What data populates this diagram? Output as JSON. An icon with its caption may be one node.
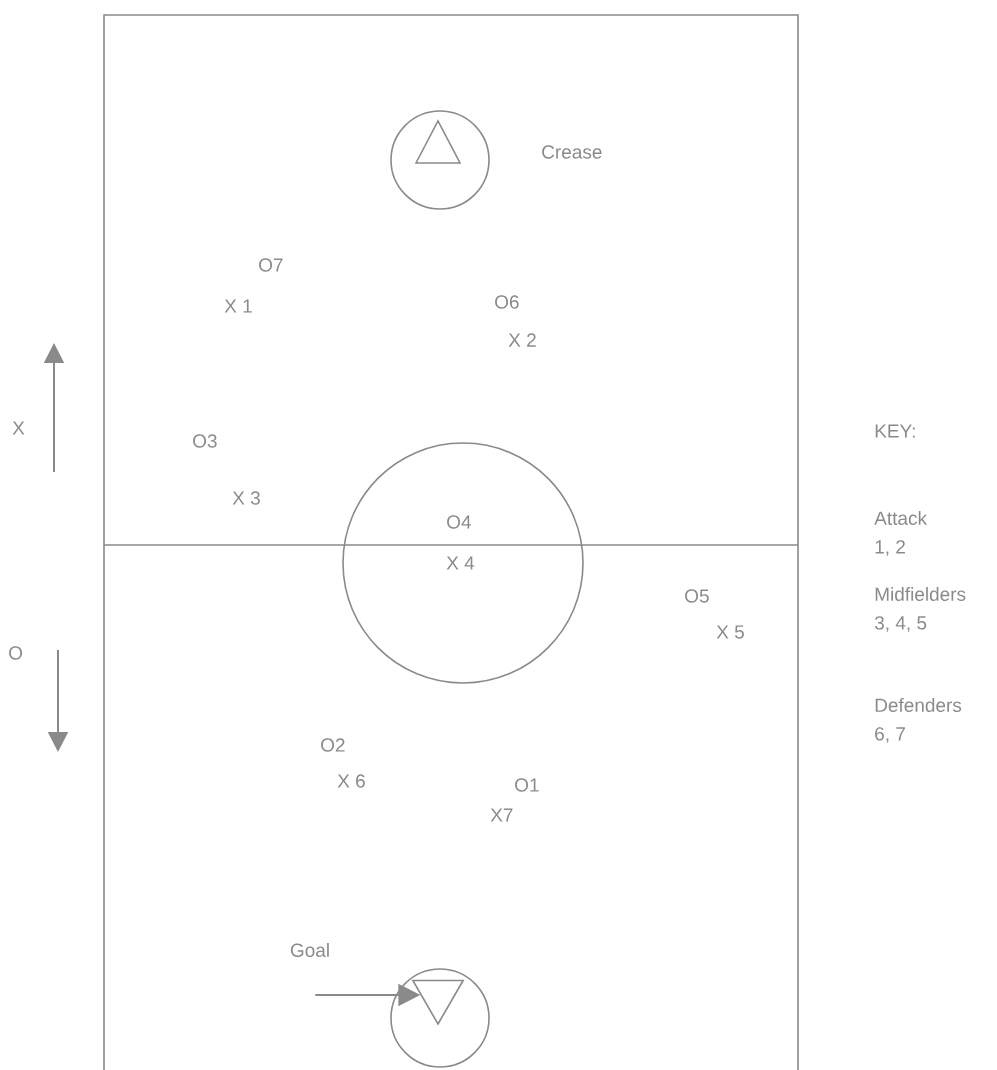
{
  "diagram": {
    "nodes": [
      {
        "text": [
          "Goal"
        ]
      },
      {
        "text": [],
        "shape": "triangle"
      }
    ],
    "edges": [
      {
        "from": 0,
        "to": 1,
        "arrow": "to"
      }
    ],
    "labels": [
      "Crease",
      "O7",
      "X 1",
      "O6",
      "X 2",
      "X",
      "O3",
      "KEY:",
      "X 3",
      "O4",
      "Attack",
      "1, 2",
      "X 4",
      "O5",
      "X 5",
      "Midfielders",
      "3, 4, 5",
      "O",
      "O2",
      "Defenders",
      "X 6",
      "O1",
      "6, 7",
      "X7"
    ]
  }
}
